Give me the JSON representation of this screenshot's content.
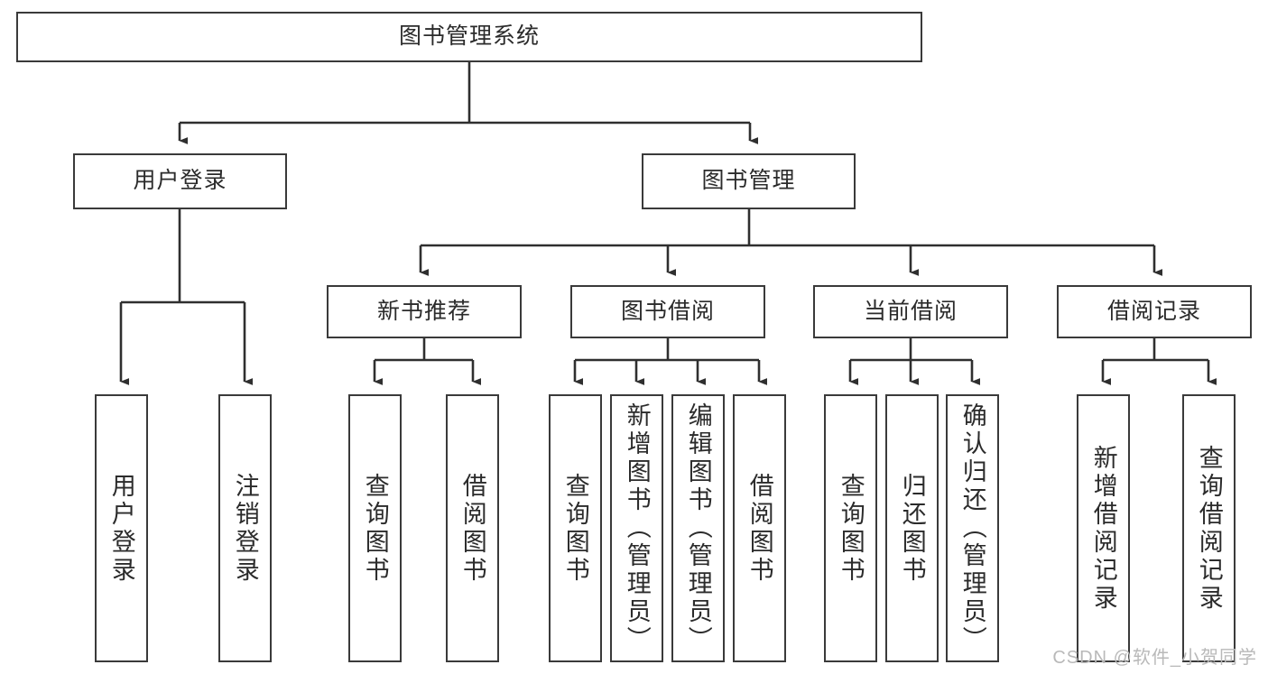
{
  "diagram": {
    "type": "tree-hierarchy",
    "title": "图书管理系统",
    "watermark": "CSDN @软件_小贺同学",
    "colors": {
      "box_border": "#3a3a3a",
      "box_fill": "#ffffff",
      "connector": "#2f2f2f",
      "text": "#2b2b2b",
      "watermark": "#b9b9b9"
    },
    "levels": {
      "root": {
        "label": "图书管理系统"
      },
      "level2": [
        {
          "label": "用户登录"
        },
        {
          "label": "图书管理"
        }
      ],
      "level3": [
        {
          "label": "新书推荐"
        },
        {
          "label": "图书借阅"
        },
        {
          "label": "当前借阅"
        },
        {
          "label": "借阅记录"
        }
      ],
      "leaves": {
        "user_login": [
          {
            "label": "用户登录"
          },
          {
            "label": "注销登录"
          }
        ],
        "new_book_recommend": [
          {
            "label": "查询图书"
          },
          {
            "label": "借阅图书"
          }
        ],
        "book_borrow": [
          {
            "label": "查询图书"
          },
          {
            "label": "新增图书（管理员）"
          },
          {
            "label": "编辑图书（管理员）"
          },
          {
            "label": "借阅图书"
          }
        ],
        "current_borrow": [
          {
            "label": "查询图书"
          },
          {
            "label": "归还图书"
          },
          {
            "label": "确认归还（管理员）"
          }
        ],
        "borrow_records": [
          {
            "label": "新增借阅记录"
          },
          {
            "label": "查询借阅记录"
          }
        ]
      }
    }
  }
}
